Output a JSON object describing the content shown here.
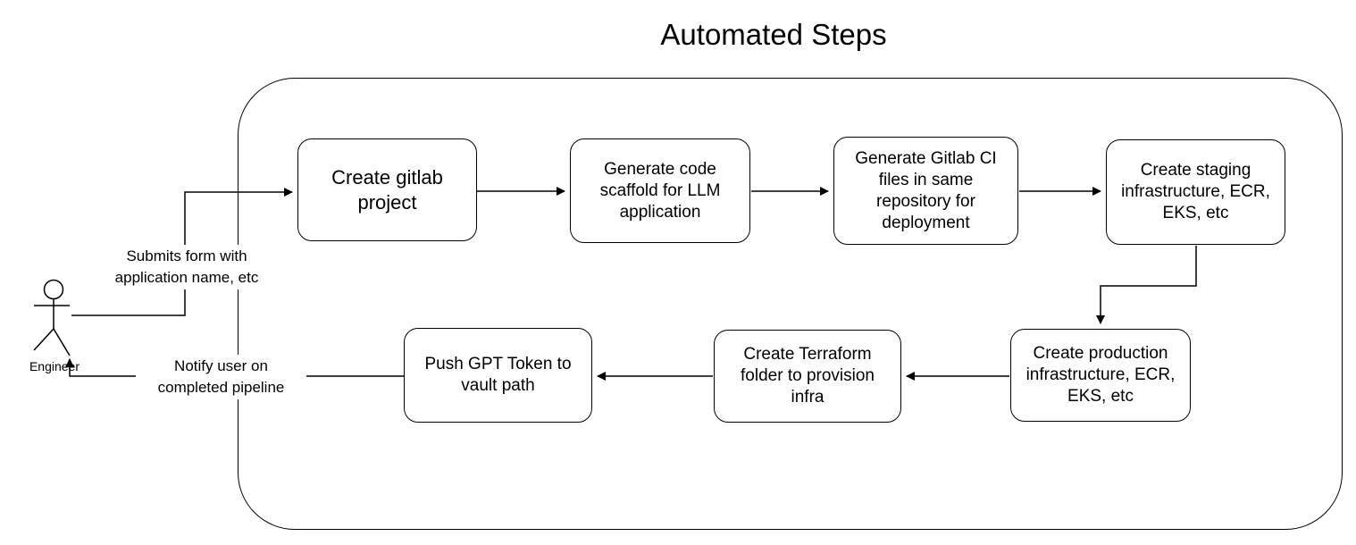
{
  "title": "Automated Steps",
  "actor": {
    "label": "Engineer"
  },
  "edge_labels": {
    "submit": "Submits form with\napplication name, etc",
    "notify": "Notify user on\ncompleted pipeline"
  },
  "nodes": [
    {
      "id": "create-gitlab-project",
      "label": "Create gitlab\nproject"
    },
    {
      "id": "generate-code-scaffold",
      "label": "Generate code\nscaffold for LLM\napplication"
    },
    {
      "id": "generate-gitlab-ci-files",
      "label": "Generate Gitlab CI\nfiles in same\nrepository for\ndeployment"
    },
    {
      "id": "create-staging-infra",
      "label": "Create staging\ninfrastructure, ECR,\nEKS, etc"
    },
    {
      "id": "create-production-infra",
      "label": "Create production\ninfrastructure, ECR,\nEKS, etc"
    },
    {
      "id": "create-terraform-folder",
      "label": "Create Terraform\nfolder to provision\ninfra"
    },
    {
      "id": "push-gpt-token",
      "label": "Push GPT Token to\nvault path"
    }
  ],
  "colors": {
    "stroke": "#000000",
    "background": "#ffffff"
  }
}
